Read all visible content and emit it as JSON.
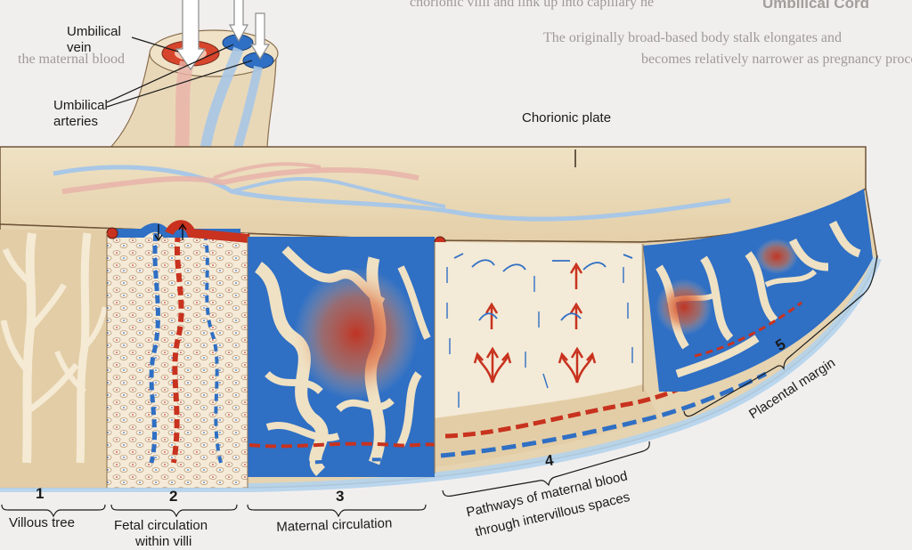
{
  "background_page": {
    "heading": "Umbilical Cord",
    "lines": [
      "chorionic villi and link up into capillary ne",
      "The originally broad-based body stalk elongates and",
      "becomes relatively narrower as pregnancy proceeds",
      "the maternal blood"
    ]
  },
  "labels": {
    "umbilical_vein": [
      "Umbilical",
      "vein"
    ],
    "umbilical_arteries": [
      "Umbilical",
      "arteries"
    ],
    "chorionic_plate": "Chorionic plate"
  },
  "regions": [
    {
      "number": "1",
      "label": [
        "Villous tree"
      ]
    },
    {
      "number": "2",
      "label": [
        "Fetal circulation",
        "within villi"
      ]
    },
    {
      "number": "3",
      "label": [
        "Maternal circulation"
      ]
    },
    {
      "number": "4",
      "label": [
        "Pathways of maternal blood",
        "through intervillous spaces"
      ]
    },
    {
      "number": "5",
      "label": [
        "Placental margin"
      ]
    }
  ],
  "colors": {
    "tissue": "#e6d3b0",
    "villi": "#efe1c3",
    "fetal_vein_red": "#c8321e",
    "maternal_blue": "#2f6fc4",
    "light_blue_vessel": "#a9c7e6",
    "light_pink_vessel": "#e8b3a9"
  }
}
